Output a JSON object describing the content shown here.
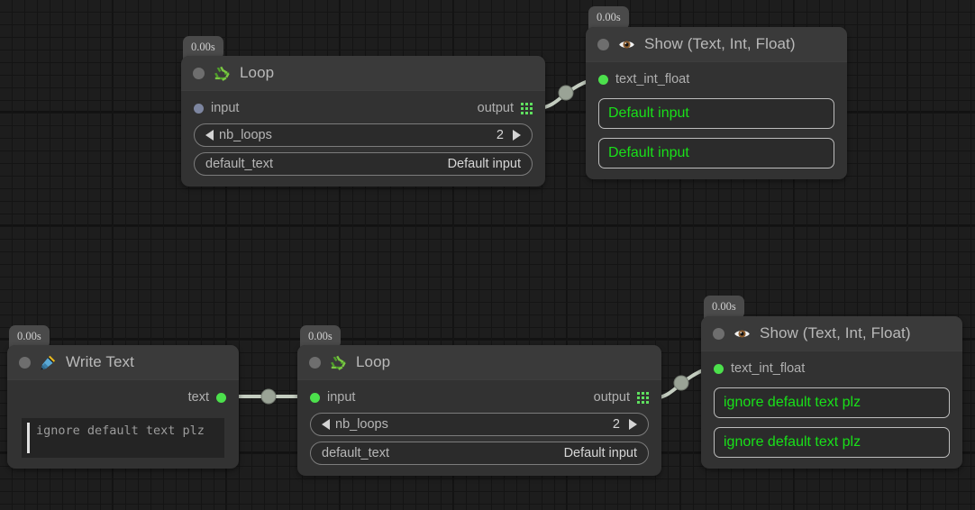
{
  "app": {
    "canvas_name": "node-graph-canvas",
    "background_color": "#1d1d1d",
    "grid_color": "#141414",
    "accent_green": "#4ce04c",
    "display_text_color": "#19e019",
    "node_color": "#323232",
    "node_header_color": "#3a3a3a"
  },
  "nodes": [
    {
      "id": "loop_top",
      "timestamp": "0.00s",
      "title": "Loop",
      "icon": "recycle-icon",
      "input": {
        "label": "input",
        "connected": false,
        "dot_color": "#7d86a0"
      },
      "output": {
        "label": "output",
        "icon": "grid-icon",
        "dot_color": "#5fe05f"
      },
      "widgets": [
        {
          "type": "stepper",
          "name": "nb_loops",
          "value": "2",
          "left_arrow": "◀",
          "right_arrow": "▶"
        },
        {
          "type": "field",
          "name": "default_text",
          "value": "Default input"
        }
      ]
    },
    {
      "id": "show_top",
      "timestamp": "0.00s",
      "title": "Show (Text, Int, Float)",
      "icon": "eye-icon",
      "input": {
        "label": "text_int_float",
        "connected": true,
        "dot_color": "#4ce04c"
      },
      "displays": [
        "Default input",
        "Default input"
      ]
    },
    {
      "id": "write_text",
      "timestamp": "0.00s",
      "title": "Write Text",
      "icon": "pen-nib-icon",
      "output": {
        "label": "text",
        "connected": true,
        "dot_color": "#4ce04c"
      },
      "textarea": {
        "value": "ignore default text plz",
        "placeholder": ""
      }
    },
    {
      "id": "loop_bottom",
      "timestamp": "0.00s",
      "title": "Loop",
      "icon": "recycle-icon",
      "input": {
        "label": "input",
        "connected": true,
        "dot_color": "#4ce04c"
      },
      "output": {
        "label": "output",
        "icon": "grid-icon",
        "dot_color": "#5fe05f"
      },
      "widgets": [
        {
          "type": "stepper",
          "name": "nb_loops",
          "value": "2",
          "left_arrow": "◀",
          "right_arrow": "▶"
        },
        {
          "type": "field",
          "name": "default_text",
          "value": "Default input"
        }
      ]
    },
    {
      "id": "show_bottom",
      "timestamp": "0.00s",
      "title": "Show (Text, Int, Float)",
      "icon": "eye-icon",
      "input": {
        "label": "text_int_float",
        "connected": true,
        "dot_color": "#4ce04c"
      },
      "displays": [
        "ignore default text plz",
        "ignore default text plz"
      ]
    }
  ],
  "connections": [
    {
      "from": "loop_top.output",
      "to": "show_top.text_int_float",
      "color": "#c4cdc0"
    },
    {
      "from": "write_text.text",
      "to": "loop_bottom.input",
      "color": "#c4cdc0"
    },
    {
      "from": "loop_bottom.output",
      "to": "show_bottom.text_int_float",
      "color": "#c4cdc0"
    }
  ]
}
